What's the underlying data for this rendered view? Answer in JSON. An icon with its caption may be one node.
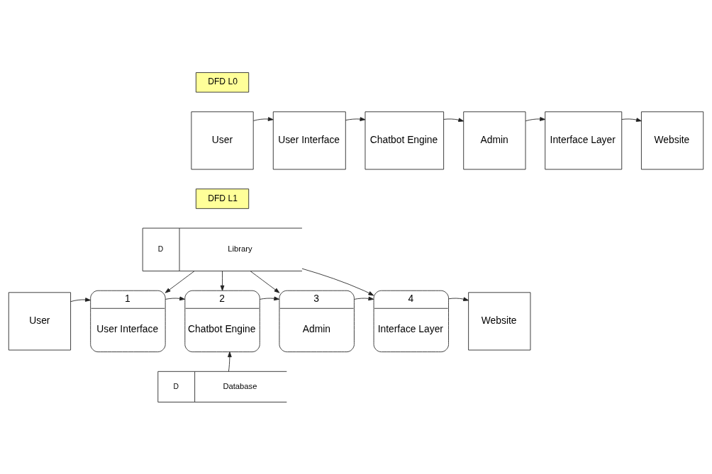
{
  "diagram": {
    "nodes": [
      {
        "text": [
          "DFD L0"
        ]
      },
      {
        "text": [
          "User"
        ]
      },
      {
        "text": [
          "User Interface"
        ]
      },
      {
        "text": [
          "Chatbot Engine"
        ]
      },
      {
        "text": [
          "Admin"
        ]
      },
      {
        "text": [
          "Interface Layer"
        ]
      },
      {
        "text": [
          "Website"
        ]
      },
      {
        "text": [
          "DFD L1"
        ]
      },
      {
        "text": [
          "D",
          "Library"
        ]
      },
      {
        "text": [
          "User"
        ]
      },
      {
        "text": [
          "1",
          "User Interface"
        ]
      },
      {
        "text": [
          "2",
          "Chatbot Engine"
        ]
      },
      {
        "text": [
          "3",
          "Admin"
        ]
      },
      {
        "text": [
          "4",
          "Interface Layer"
        ]
      },
      {
        "text": [
          "Website"
        ]
      },
      {
        "text": [
          "D",
          "Database"
        ]
      }
    ],
    "edges": [
      {
        "from": 1,
        "to": 2,
        "arrow": "to"
      },
      {
        "from": 2,
        "to": 3,
        "arrow": "to"
      },
      {
        "from": 3,
        "to": 4,
        "arrow": "to"
      },
      {
        "from": 4,
        "to": 5,
        "arrow": "to"
      },
      {
        "from": 5,
        "to": 6,
        "arrow": "to"
      },
      {
        "from": 8,
        "to": 10,
        "arrow": "to"
      },
      {
        "from": 8,
        "to": 11,
        "arrow": "to"
      },
      {
        "from": 8,
        "to": 12,
        "arrow": "to"
      },
      {
        "from": 8,
        "to": 13,
        "arrow": "to"
      },
      {
        "from": 9,
        "to": 10,
        "arrow": "to"
      },
      {
        "from": 10,
        "to": 11,
        "arrow": "to"
      },
      {
        "from": 11,
        "to": 12,
        "arrow": "to"
      },
      {
        "from": 12,
        "to": 13,
        "arrow": "to"
      },
      {
        "from": 13,
        "to": 14,
        "arrow": "to"
      },
      {
        "from": 15,
        "to": 11,
        "arrow": "to"
      }
    ]
  }
}
